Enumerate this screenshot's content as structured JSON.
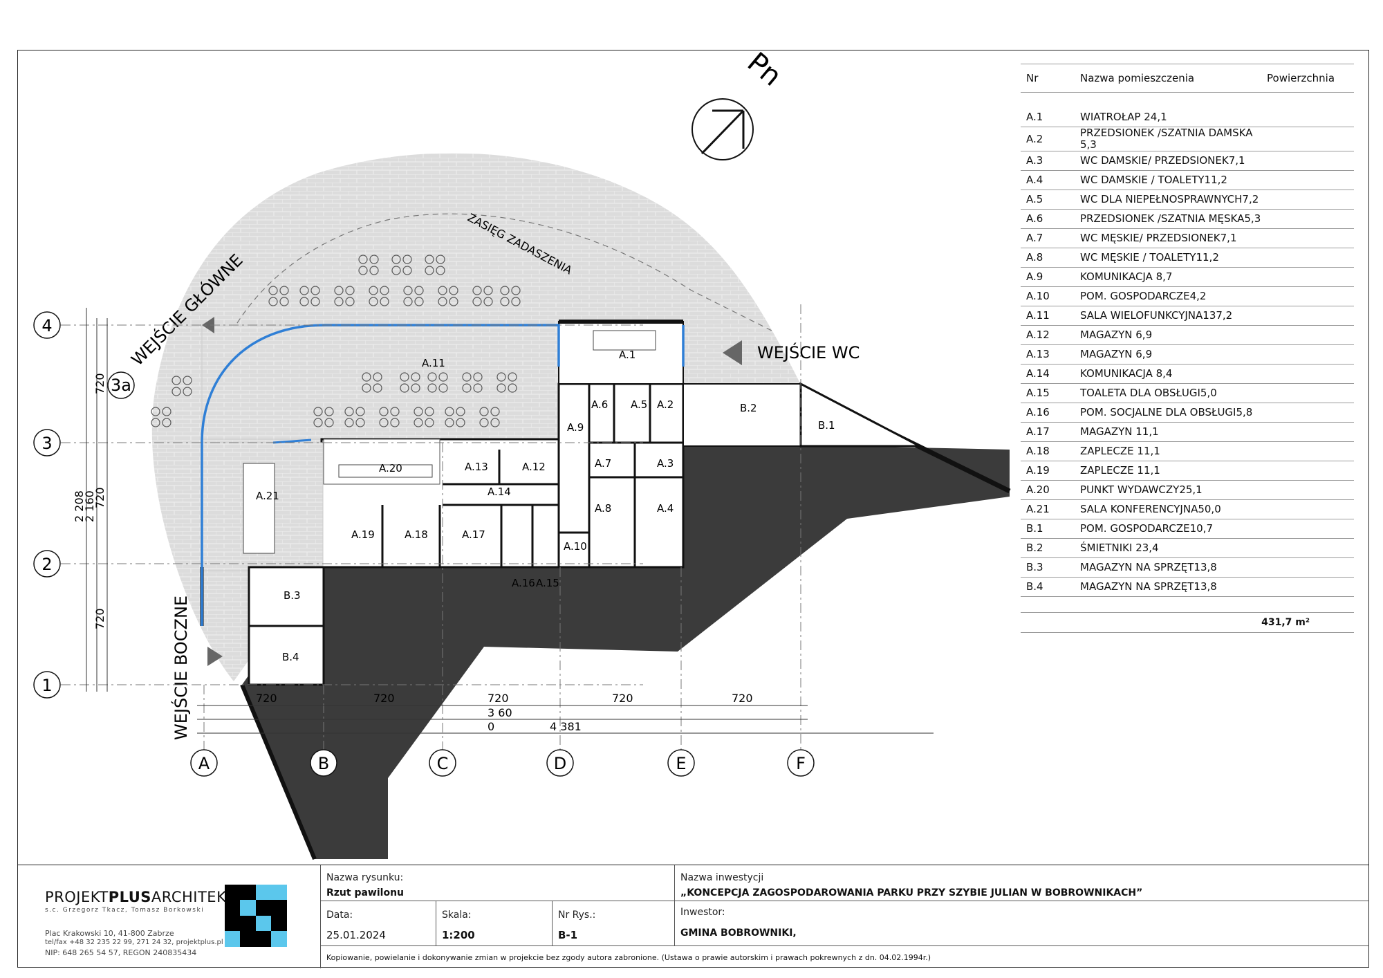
{
  "compass": {
    "label": "Pn"
  },
  "entrances": {
    "main": "WEJŚCIE GŁÓWNE",
    "wc": "WEJŚCIE WC",
    "side": "WEJŚCIE BOCZNE",
    "roof_extent": "ZASIĘG ZADASZENIA"
  },
  "axes": {
    "rows": [
      "4",
      "3a",
      "3",
      "2",
      "1"
    ],
    "cols": [
      "A",
      "B",
      "C",
      "D",
      "E",
      "F"
    ]
  },
  "dimensions": {
    "bottom_spans": [
      "720",
      "720",
      "720",
      "720",
      "720"
    ],
    "bottom_sub_1": "3 60",
    "bottom_sub_2": "0",
    "bottom_total": "4 381",
    "left_spans": [
      "720",
      "720",
      "720"
    ],
    "left_total_1": "2 160",
    "left_total_2": "2 208"
  },
  "plan_labels": {
    "A1": "A.1",
    "A2": "A.2",
    "A3": "A.3",
    "A4": "A.4",
    "A5": "A.5",
    "A6": "A.6",
    "A7": "A.7",
    "A8": "A.8",
    "A9": "A.9",
    "A10": "A.10",
    "A11": "A.11",
    "A12": "A.12",
    "A13": "A.13",
    "A14": "A.14",
    "A15": "A.15",
    "A16": "A.16",
    "A17": "A.17",
    "A18": "A.18",
    "A19": "A.19",
    "A20": "A.20",
    "A21": "A.21",
    "B1": "B.1",
    "B2": "B.2",
    "B3": "B.3",
    "B4": "B.4"
  },
  "room_table": {
    "headers": {
      "nr": "Nr",
      "name": "Nazwa pomieszczenia",
      "area": "Powierzchnia"
    },
    "rows": [
      {
        "nr": "A.1",
        "name": "WIATROŁAP 24,1"
      },
      {
        "nr": "A.2",
        "name": "PRZEDSIONEK /SZATNIA DAMSKA 5,3"
      },
      {
        "nr": "A.3",
        "name": "WC DAMSKIE/ PRZEDSIONEK7,1"
      },
      {
        "nr": "A.4",
        "name": "WC DAMSKIE / TOALETY11,2"
      },
      {
        "nr": "A.5",
        "name": "WC DLA NIEPEŁNOSPRAWNYCH7,2"
      },
      {
        "nr": "A.6",
        "name": "PRZEDSIONEK /SZATNIA MĘSKA5,3"
      },
      {
        "nr": "A.7",
        "name": "WC MĘSKIE/ PRZEDSIONEK7,1"
      },
      {
        "nr": "A.8",
        "name": "WC MĘSKIE / TOALETY11,2"
      },
      {
        "nr": "A.9",
        "name": "KOMUNIKACJA 8,7"
      },
      {
        "nr": "A.10",
        "name": "POM. GOSPODARCZE4,2"
      },
      {
        "nr": "A.11",
        "name": "SALA WIELOFUNKCYJNA137,2"
      },
      {
        "nr": "A.12",
        "name": "MAGAZYN 6,9"
      },
      {
        "nr": "A.13",
        "name": "MAGAZYN 6,9"
      },
      {
        "nr": "A.14",
        "name": "KOMUNIKACJA 8,4"
      },
      {
        "nr": "A.15",
        "name": "TOALETA DLA OBSŁUGI5,0"
      },
      {
        "nr": "A.16",
        "name": "POM. SOCJALNE DLA OBSŁUGI5,8"
      },
      {
        "nr": "A.17",
        "name": "MAGAZYN 11,1"
      },
      {
        "nr": "A.18",
        "name": "ZAPLECZE 11,1"
      },
      {
        "nr": "A.19",
        "name": "ZAPLECZE 11,1"
      },
      {
        "nr": "A.20",
        "name": "PUNKT WYDAWCZY25,1"
      },
      {
        "nr": "A.21",
        "name": "SALA KONFERENCYJNA50,0"
      },
      {
        "nr": "B.1",
        "name": "POM. GOSPODARCZE10,7"
      },
      {
        "nr": "B.2",
        "name": "ŚMIETNIKI 23,4"
      },
      {
        "nr": "B.3",
        "name": "MAGAZYN NA SPRZĘT13,8"
      },
      {
        "nr": "B.4",
        "name": "MAGAZYN NA SPRZĘT13,8"
      }
    ],
    "total": "431,7 m²"
  },
  "title_block": {
    "company": {
      "name_a": "PROJEKT",
      "name_b": "PLUS",
      "name_c": "ARCHITEKCI"
    },
    "company_sub": "s.c. Grzegorz Tkacz, Tomasz Borkowski",
    "address_1": "Plac Krakowski 10, 41-800 Zabrze",
    "address_2": "tel/fax +48 32 235 22 99, 271 24 32, projektplus.pl",
    "address_3": "NIP: 648 265 54 57, REGON 240835434",
    "drawing_name_caption": "Nazwa rysunku:",
    "drawing_name": "Rzut pawilonu",
    "date_caption": "Data:",
    "date": "25.01.2024",
    "scale_caption": "Skala:",
    "scale": "1:200",
    "sheet_caption": "Nr Rys.:",
    "sheet": "B-1",
    "project_caption": "Nazwa inwestycji",
    "project": "„KONCEPCJA ZAGOSPODAROWANIA PARKU PRZY SZYBIE JULIAN W BOBROWNIKACH”",
    "investor_caption": "Inwestor:",
    "investor": "GMINA BOBROWNIKI,",
    "copyright": "Kopiowanie, powielanie i dokonywanie zmian w projekcie bez zgody autora zabronione. (Ustawa o prawie autorskim i prawach pokrewnych z dn. 04.02.1994r.)"
  },
  "colors": {
    "accent_blue": "#2f7fd6",
    "logo_cyan": "#5bc7ec",
    "dark_fill": "#3b3b3b",
    "hatch": "#dedede"
  }
}
